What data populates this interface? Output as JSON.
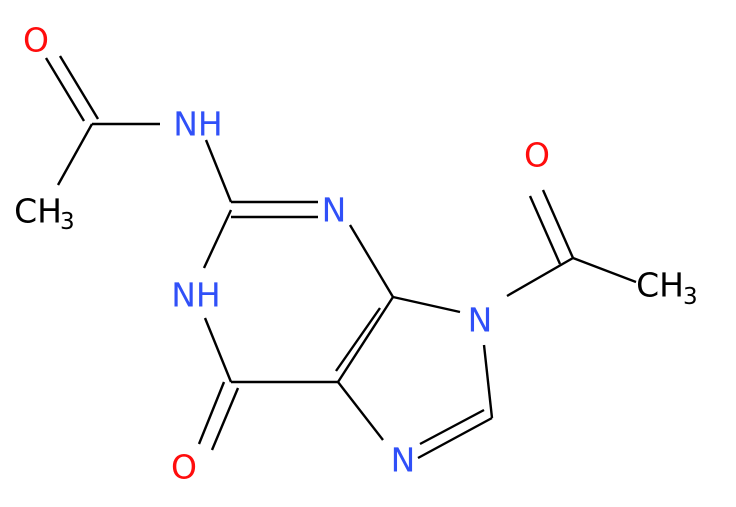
{
  "colors": {
    "bond": "#000000",
    "oxygen": "#ff0d0d",
    "nitrogen": "#3050f8",
    "carbon": "#000000"
  },
  "labels": {
    "o_amide": "O",
    "ch3_amide_c": "CH",
    "ch3_amide_sub": "3",
    "nh_amide": "NH",
    "n3": "N",
    "nh1": "NH",
    "o_carbonyl": "O",
    "n7": "N",
    "n9": "N",
    "o_acetyl": "O",
    "ch3_acetyl_c": "CH",
    "ch3_acetyl_sub": "3"
  }
}
